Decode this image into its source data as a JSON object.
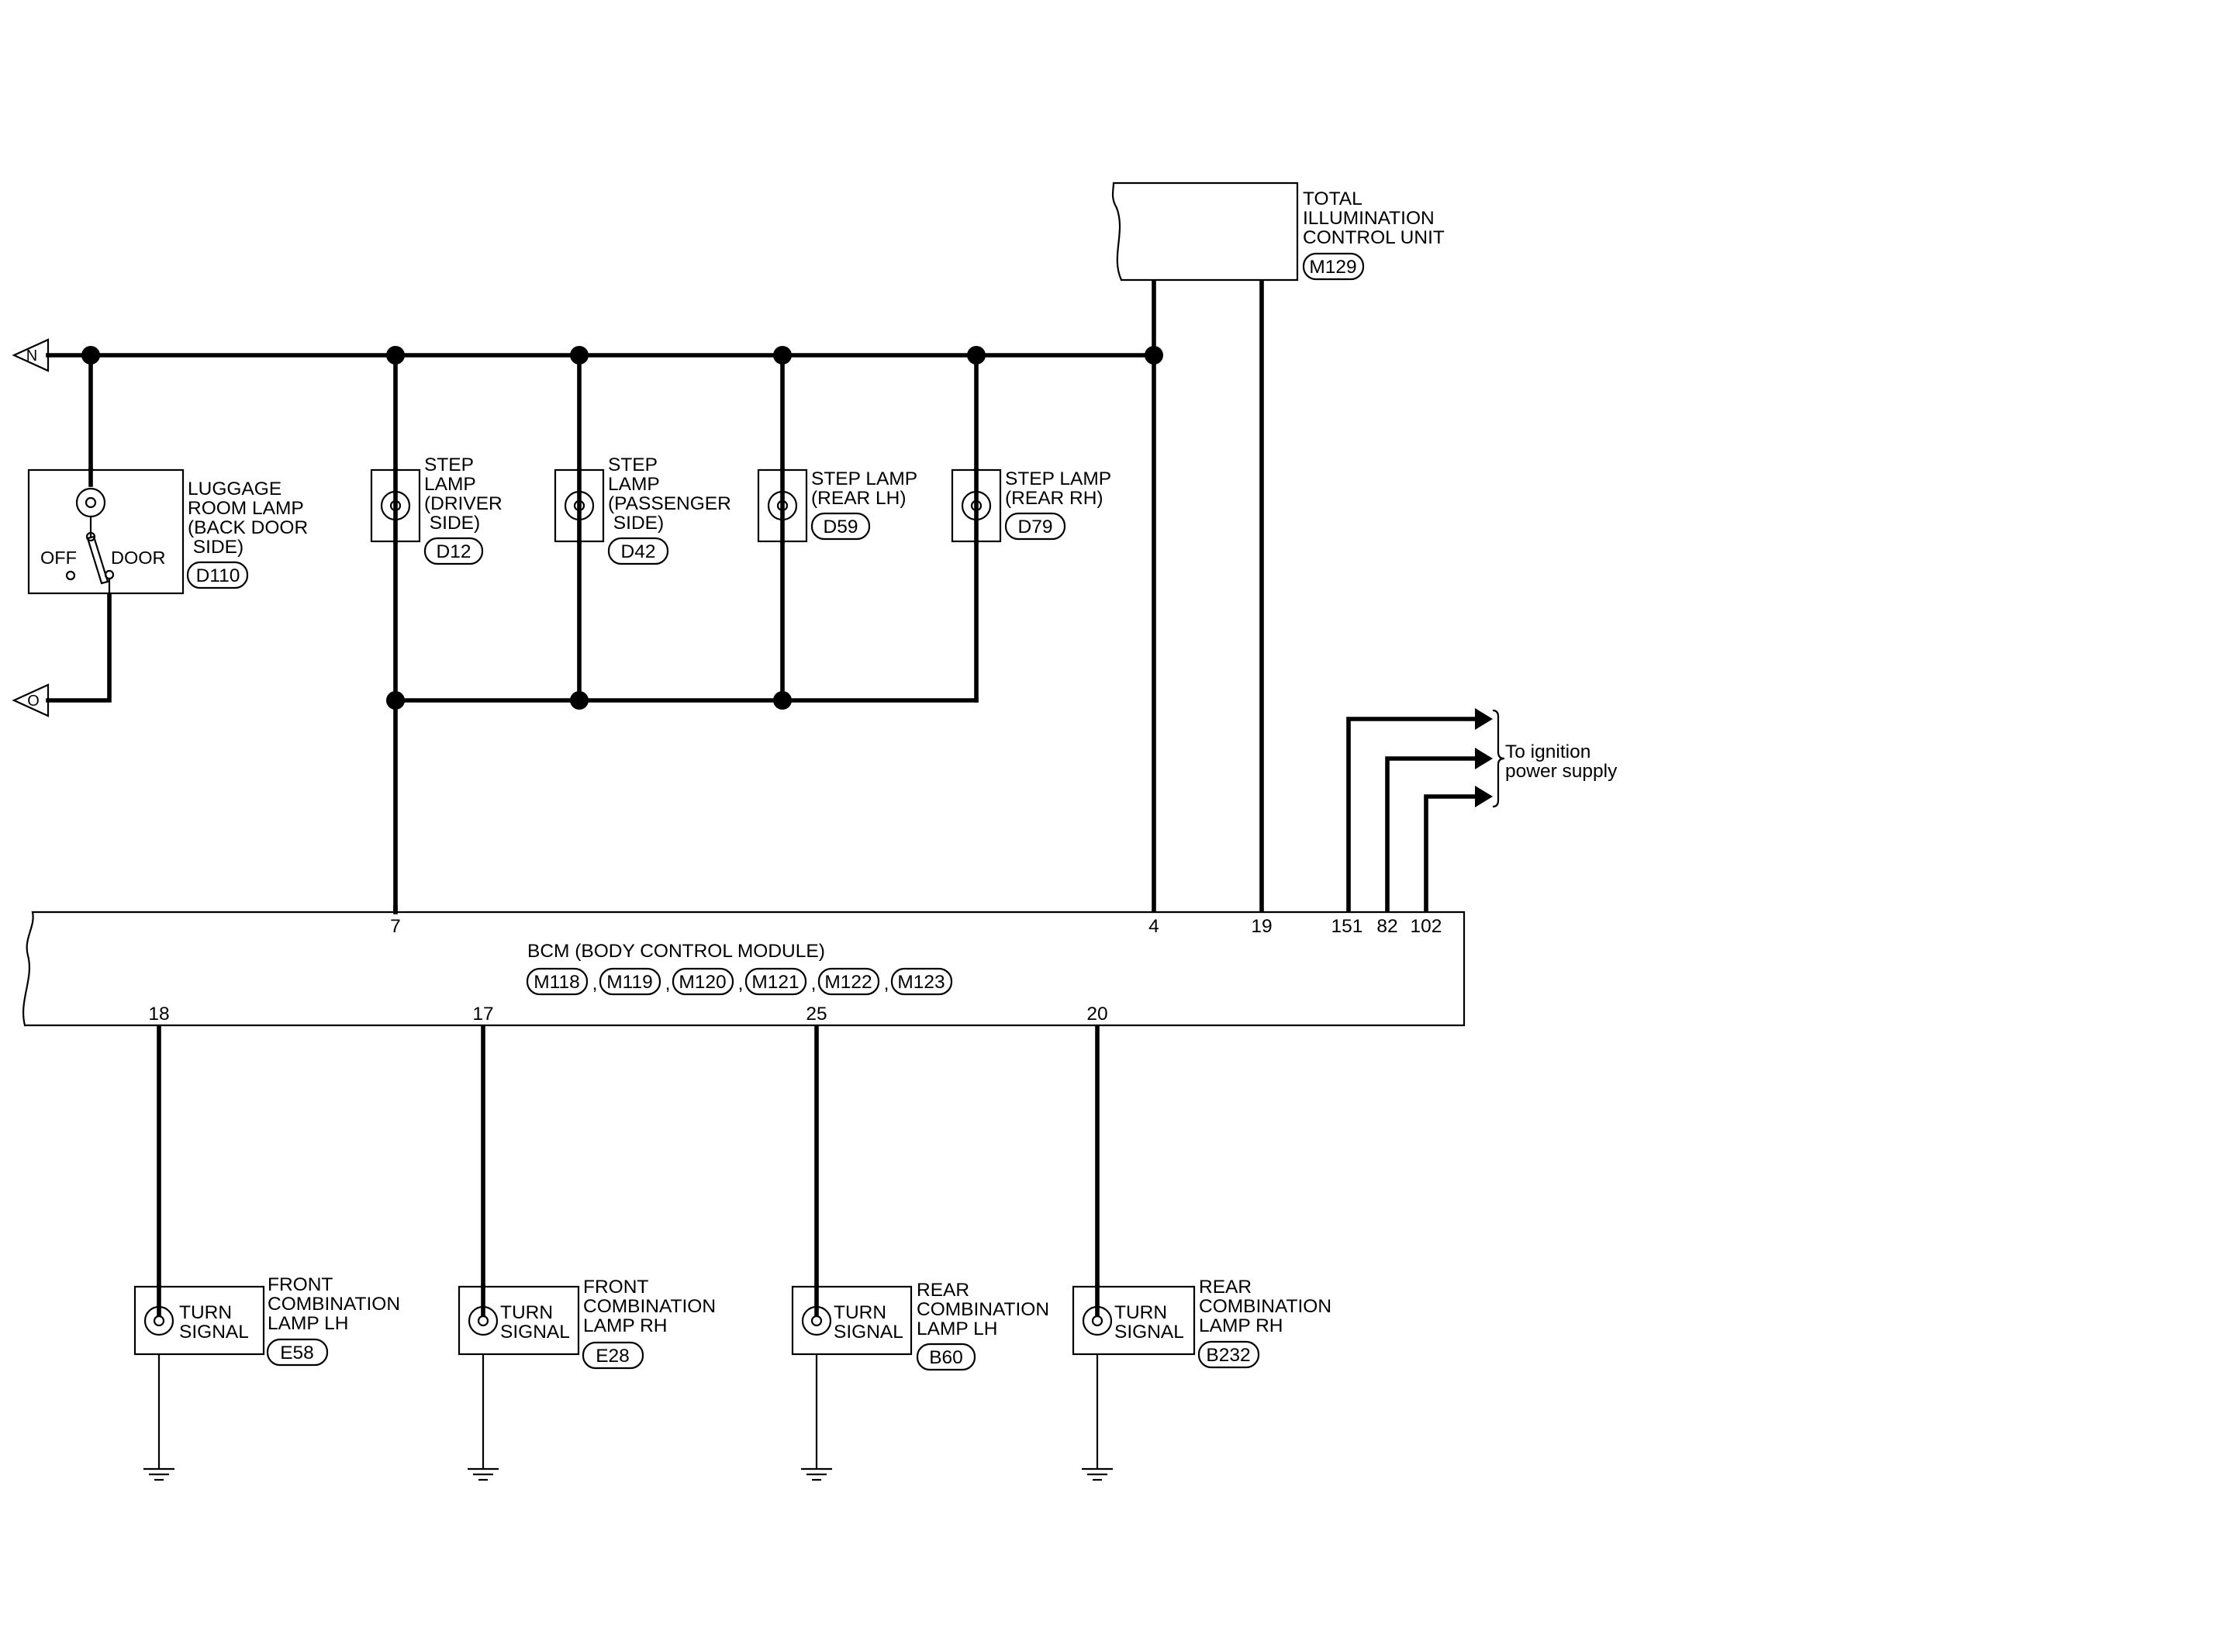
{
  "components": {
    "tic": {
      "label": [
        "TOTAL",
        "ILLUMINATION",
        "CONTROL UNIT"
      ],
      "connector": "M129"
    },
    "luggage": {
      "label": [
        "LUGGAGE",
        "ROOM LAMP",
        "(BACK DOOR",
        " SIDE)"
      ],
      "connector": "D110",
      "switch_off": "OFF",
      "switch_door": "DOOR"
    },
    "step_driver": {
      "label": [
        "STEP",
        "LAMP",
        "(DRIVER",
        " SIDE)"
      ],
      "connector": "D12"
    },
    "step_passenger": {
      "label": [
        "STEP",
        "LAMP",
        "(PASSENGER",
        " SIDE)"
      ],
      "connector": "D42"
    },
    "step_rear_lh": {
      "label": [
        "STEP LAMP",
        "(REAR LH)"
      ],
      "connector": "D59"
    },
    "step_rear_rh": {
      "label": [
        "STEP LAMP",
        "(REAR RH)"
      ],
      "connector": "D79"
    },
    "bcm": {
      "label": "BCM (BODY CONTROL MODULE)",
      "connectors": [
        "M118",
        "M119",
        "M120",
        "M121",
        "M122",
        "M123"
      ],
      "separator": ",",
      "pins_top": [
        "7",
        "4",
        "19",
        "151",
        "82",
        "102"
      ],
      "pins_bottom": [
        "18",
        "17",
        "25",
        "20"
      ]
    },
    "turn_lamps": [
      {
        "inner": [
          "TURN",
          "SIGNAL"
        ],
        "label": [
          "FRONT",
          "COMBINATION",
          "LAMP LH"
        ],
        "connector": "E58"
      },
      {
        "inner": [
          "TURN",
          "SIGNAL"
        ],
        "label": [
          "FRONT",
          "COMBINATION",
          "LAMP RH"
        ],
        "connector": "E28"
      },
      {
        "inner": [
          "TURN",
          "SIGNAL"
        ],
        "label": [
          "REAR",
          "COMBINATION",
          "LAMP LH"
        ],
        "connector": "B60"
      },
      {
        "inner": [
          "TURN",
          "SIGNAL"
        ],
        "label": [
          "REAR",
          "COMBINATION",
          "LAMP RH"
        ],
        "connector": "B232"
      }
    ]
  },
  "offpage": {
    "n": "N",
    "o": "O"
  },
  "ignition": [
    "To ignition",
    "power supply"
  ]
}
